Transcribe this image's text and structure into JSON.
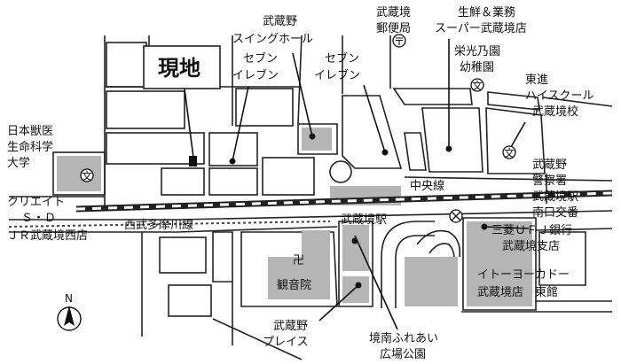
{
  "map": {
    "colors": {
      "building": "#b5b5b5",
      "road_line": "#222222",
      "rail_dark": "#222222",
      "rail_light": "#ffffff"
    },
    "current_location": {
      "label": "現地"
    },
    "north": {
      "label": "N"
    },
    "railways": {
      "chuo_line": "中央線",
      "seibu_tamagawa_line": "西武多摩川線"
    },
    "labels": {
      "musashino_swing_hall": [
        "武蔵野",
        "スイングホール"
      ],
      "seven_eleven_1": [
        "セブン",
        "イレブン"
      ],
      "seven_eleven_2": [
        "セブン",
        "イレブン"
      ],
      "post_office": [
        "武蔵境",
        "郵便局"
      ],
      "supermarket": [
        "生鮮＆業務",
        "スーパー武蔵境店"
      ],
      "kindergarten": [
        "栄光乃園",
        "幼稚園"
      ],
      "toshin_highschool": [
        "東進",
        "ハイスクール",
        "武蔵境校"
      ],
      "nippon_vet_univ": [
        "日本獣医",
        "生命科学",
        "大学"
      ],
      "police_station": [
        "武蔵野",
        "警察署",
        "武蔵境駅",
        "南口交番"
      ],
      "create_sd": [
        "クリエイト",
        "Ｓ・Ｄ",
        "ＪＲ武蔵境西店"
      ],
      "musashisakai_station": "武蔵境駅",
      "kannon_in": "観音院",
      "mufg_bank": [
        "三菱ＵＦＪ銀行",
        "武蔵境支店"
      ],
      "ito_yokado": [
        "イトーヨーカドー",
        "武蔵境店　東館"
      ],
      "musashino_place": [
        "武蔵野",
        "プレイス"
      ],
      "sakaiminami_park": [
        "境南ふれあい",
        "広場公園"
      ]
    },
    "symbols": {
      "post_office_icon": "〒",
      "school_icon": "文",
      "temple_icon": "卍",
      "police_box_icon": "×"
    }
  }
}
